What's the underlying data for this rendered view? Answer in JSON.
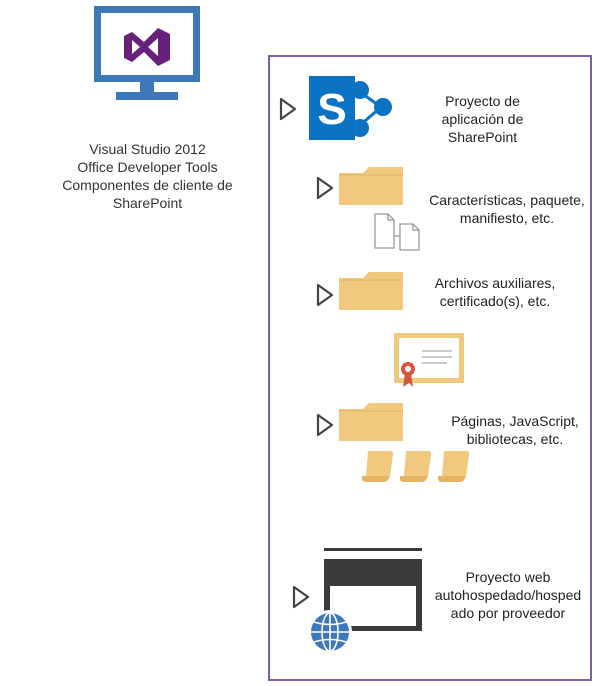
{
  "visual_studio": {
    "caption": [
      "Visual Studio 2012",
      "Office Developer Tools",
      "Componentes de cliente de",
      "SharePoint"
    ]
  },
  "sharepoint_app": {
    "label": [
      "Proyecto de",
      "aplicación de",
      "SharePoint"
    ]
  },
  "features": {
    "label": [
      "Características, paquete,",
      "manifiesto, etc."
    ]
  },
  "auxiliary": {
    "label": [
      "Archivos auxiliares,",
      "certificado(s), etc."
    ]
  },
  "pages": {
    "label": [
      "Páginas, JavaScript,",
      "bibliotecas, etc."
    ]
  },
  "web_project": {
    "label": [
      "Proyecto web",
      "autohospedado/hosped",
      "ado por proveedor"
    ]
  },
  "colors": {
    "panel_border": "#7a5fa3",
    "vs_monitor": "#3d78b8",
    "vs_purple": "#68217a",
    "sharepoint_blue": "#0b72c4",
    "folder": "#f0c87e",
    "arrow_stroke": "#444444",
    "web_dark": "#3a3a3a",
    "globe": "#3d78b8"
  }
}
